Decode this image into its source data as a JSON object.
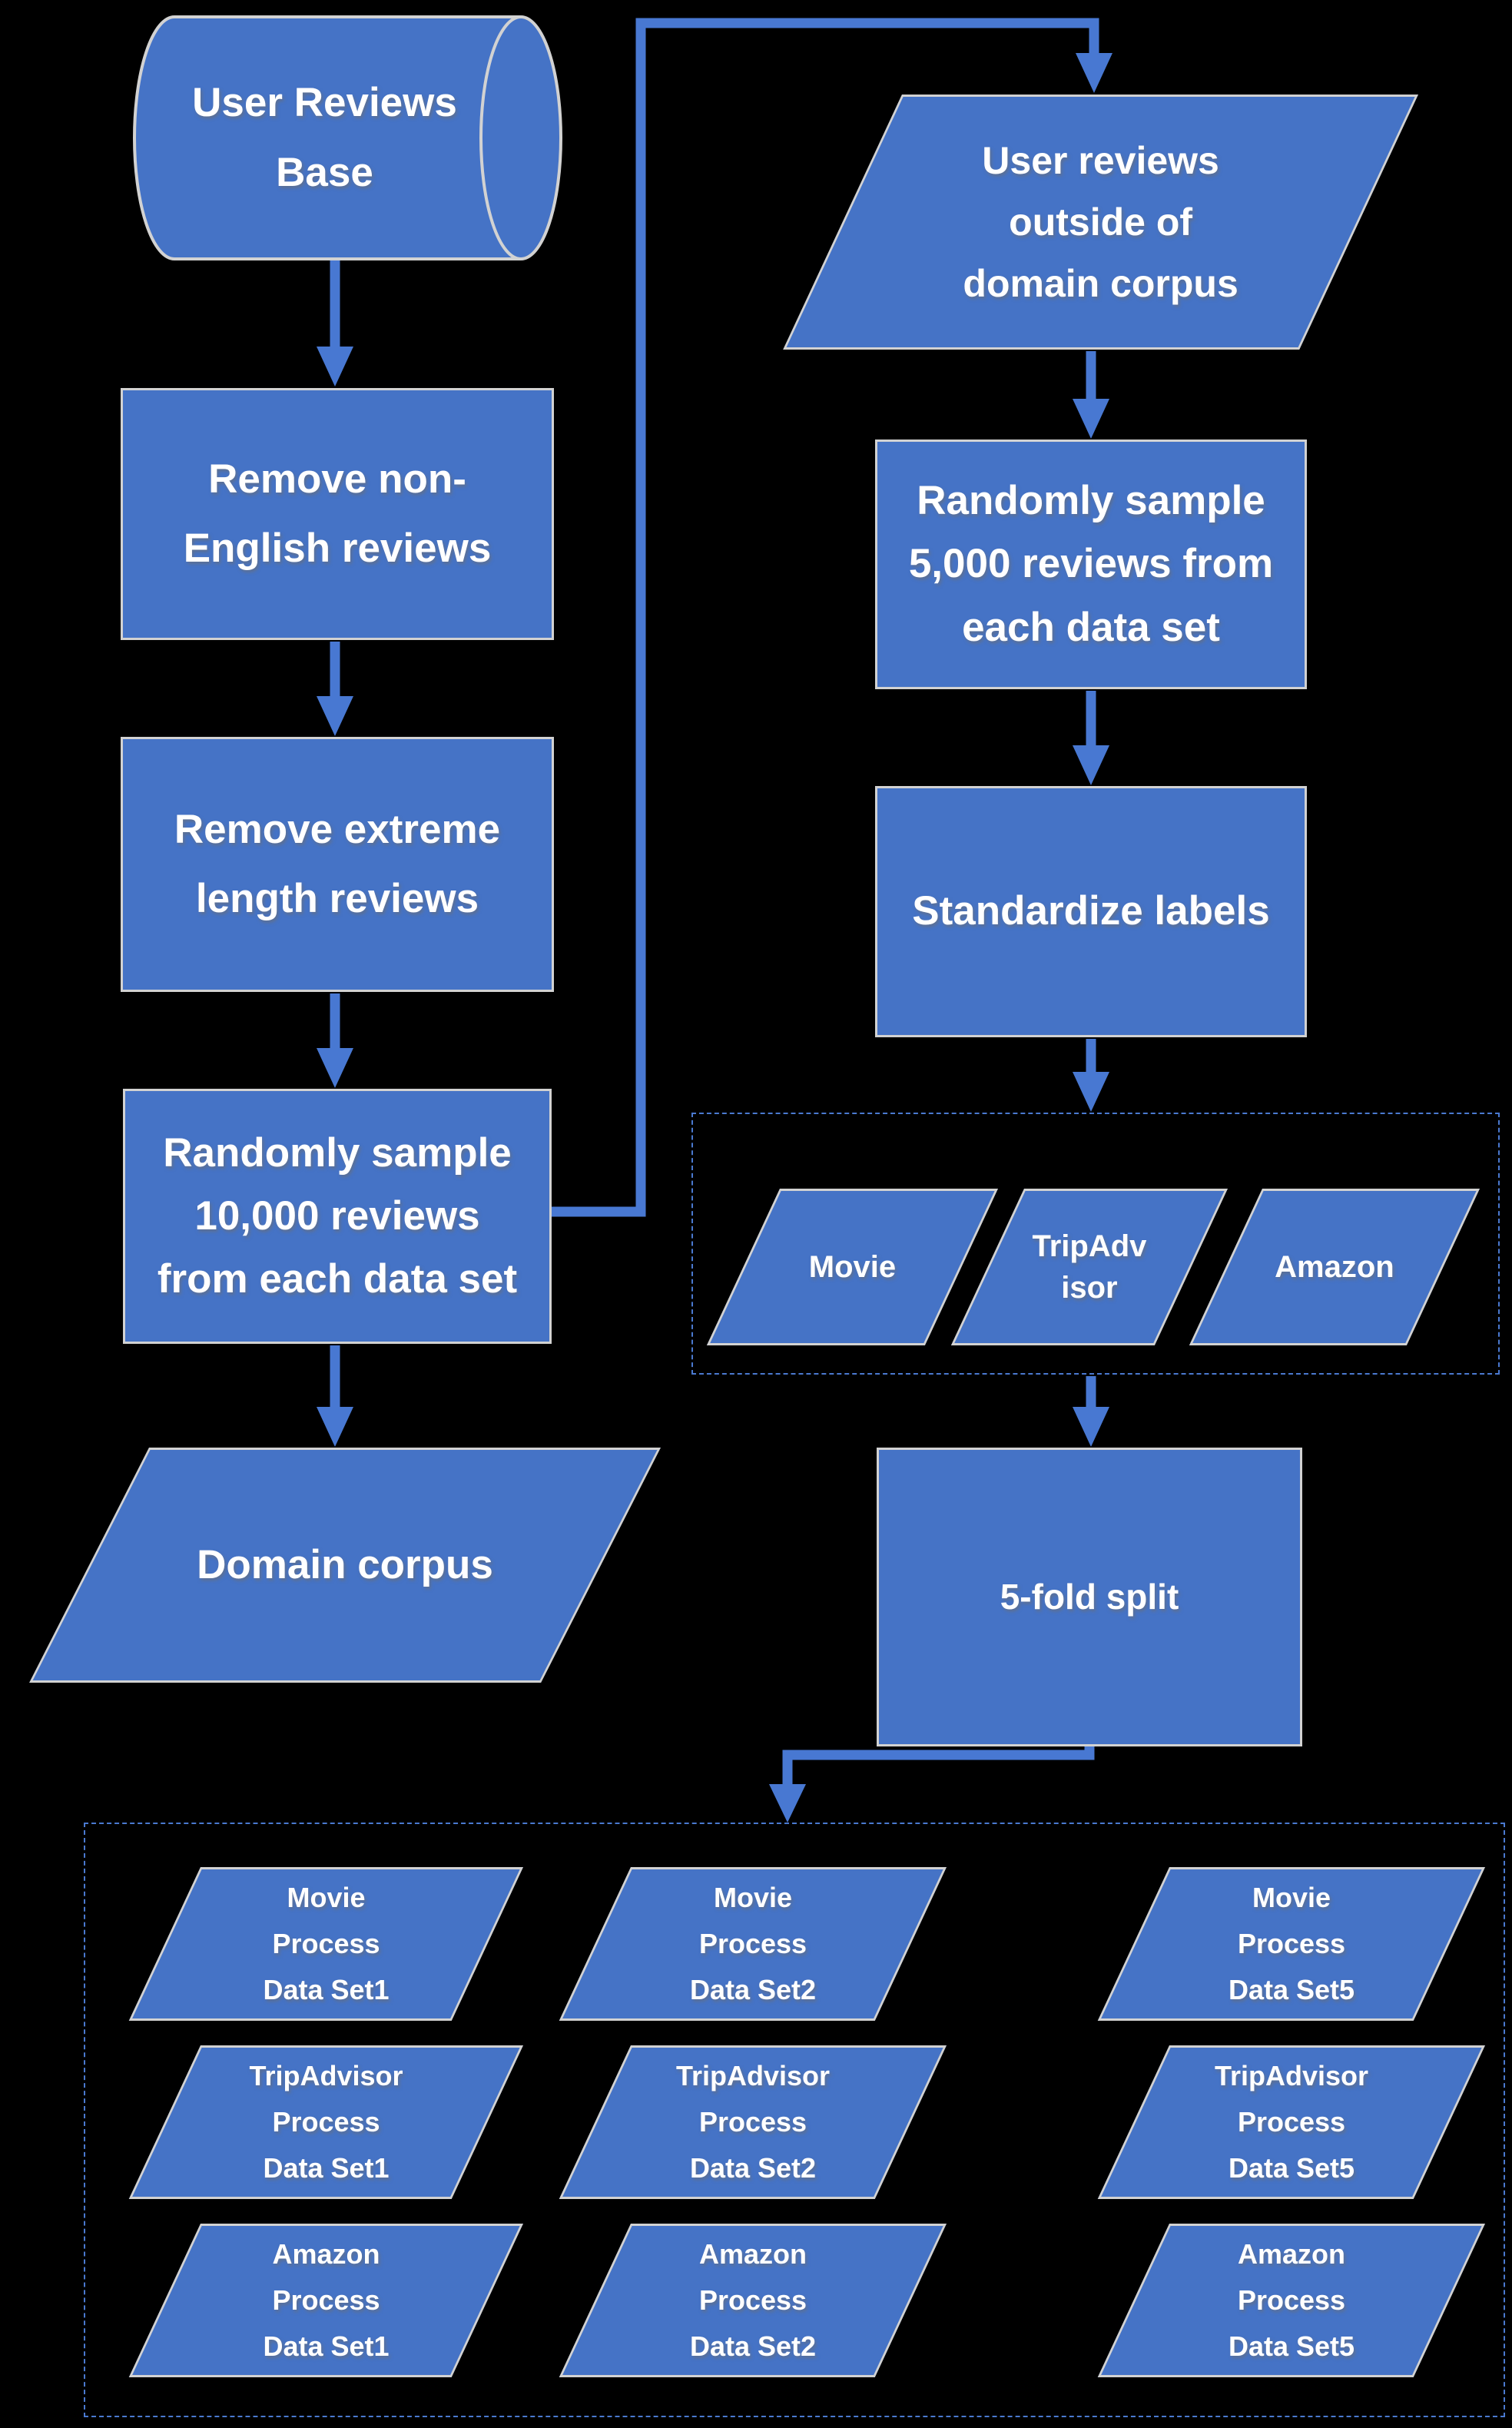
{
  "colors": {
    "background": "#000000",
    "shape_fill": "#4573c6",
    "shape_border": "#d2d2d2",
    "connector": "#4878d2",
    "dashed_border": "#4a79d0",
    "text": "#ffffff"
  },
  "nodes": {
    "user_reviews_base": {
      "lines": [
        "User Reviews",
        "Base"
      ]
    },
    "remove_non_english": {
      "lines": [
        "Remove non-",
        "English reviews"
      ]
    },
    "remove_extreme_length": {
      "lines": [
        "Remove extreme",
        "length reviews"
      ]
    },
    "sample_10000": {
      "lines": [
        "Randomly sample",
        "10,000 reviews",
        "from each data set"
      ]
    },
    "domain_corpus": {
      "lines": [
        "Domain corpus"
      ]
    },
    "outside_domain_corpus": {
      "lines": [
        "User reviews",
        "outside of",
        "domain corpus"
      ]
    },
    "sample_5000": {
      "lines": [
        "Randomly sample",
        "5,000 reviews from",
        "each data set"
      ]
    },
    "standardize_labels": {
      "lines": [
        "Standardize labels"
      ]
    },
    "mid_group": [
      {
        "lines": [
          "Movie"
        ]
      },
      {
        "lines": [
          "TripAdv",
          "isor"
        ]
      },
      {
        "lines": [
          "Amazon"
        ]
      }
    ],
    "five_fold_split": {
      "lines": [
        "5-fold split"
      ]
    },
    "output_grid": {
      "rows": [
        [
          {
            "lines": [
              "Movie",
              "Process",
              "Data Set1"
            ]
          },
          {
            "lines": [
              "Movie",
              "Process",
              "Data Set2"
            ]
          },
          {
            "lines": [
              "Movie",
              "Process",
              "Data Set5"
            ]
          }
        ],
        [
          {
            "lines": [
              "TripAdvisor",
              "Process",
              "Data Set1"
            ]
          },
          {
            "lines": [
              "TripAdvisor",
              "Process",
              "Data Set2"
            ]
          },
          {
            "lines": [
              "TripAdvisor",
              "Process",
              "Data Set5"
            ]
          }
        ],
        [
          {
            "lines": [
              "Amazon",
              "Process",
              "Data Set1"
            ]
          },
          {
            "lines": [
              "Amazon",
              "Process",
              "Data Set2"
            ]
          },
          {
            "lines": [
              "Amazon",
              "Process",
              "Data Set5"
            ]
          }
        ]
      ]
    }
  }
}
